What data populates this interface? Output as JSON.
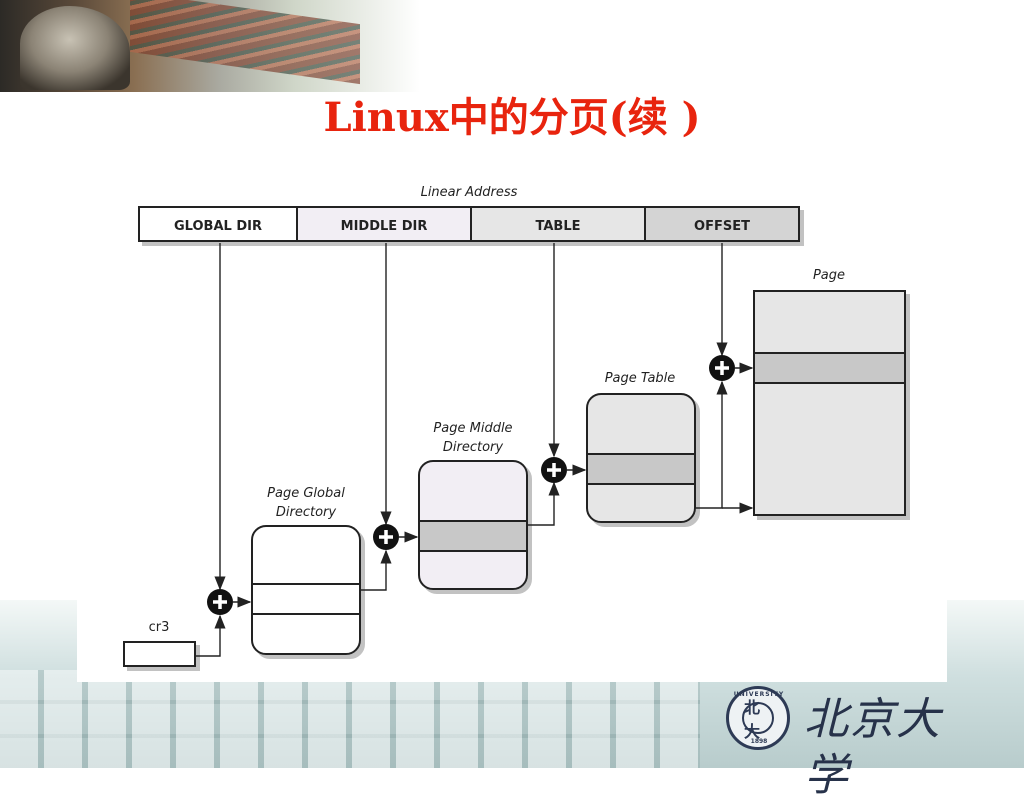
{
  "slide": {
    "title": "Linux中的分页(续 )"
  },
  "diagram": {
    "linear_address_label": "Linear Address",
    "fields": [
      "GLOBAL DIR",
      "MIDDLE DIR",
      "TABLE",
      "OFFSET"
    ],
    "cr3_label": "cr3",
    "tables": {
      "pgd_line1": "Page Global",
      "pgd_line2": "Directory",
      "pmd_line1": "Page Middle",
      "pmd_line2": "Directory",
      "pt": "Page Table",
      "page": "Page"
    }
  },
  "logo": {
    "name": "北京大学",
    "seal_text": "UNIVERSITY",
    "seal_year": "1898",
    "seal_center": "北大"
  },
  "colors": {
    "title": "#e8240e",
    "field_fills": [
      "#ffffff",
      "#f2eef4",
      "#e6e6e6",
      "#d4d4d4"
    ],
    "highlight_row": "#c8c8c8"
  }
}
